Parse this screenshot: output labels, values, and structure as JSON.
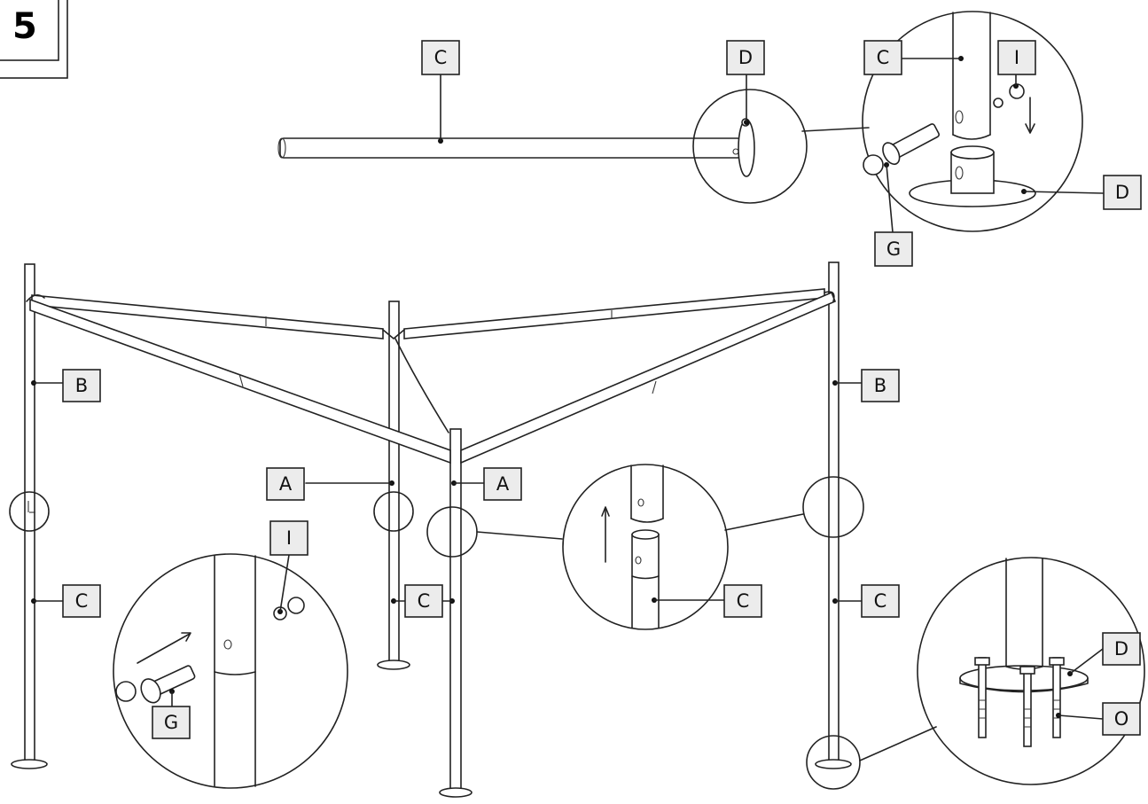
{
  "step": {
    "number": "5"
  },
  "labels": {
    "A": "A",
    "B": "B",
    "C": "C",
    "D": "D",
    "G": "G",
    "I": "I",
    "O": "O"
  }
}
